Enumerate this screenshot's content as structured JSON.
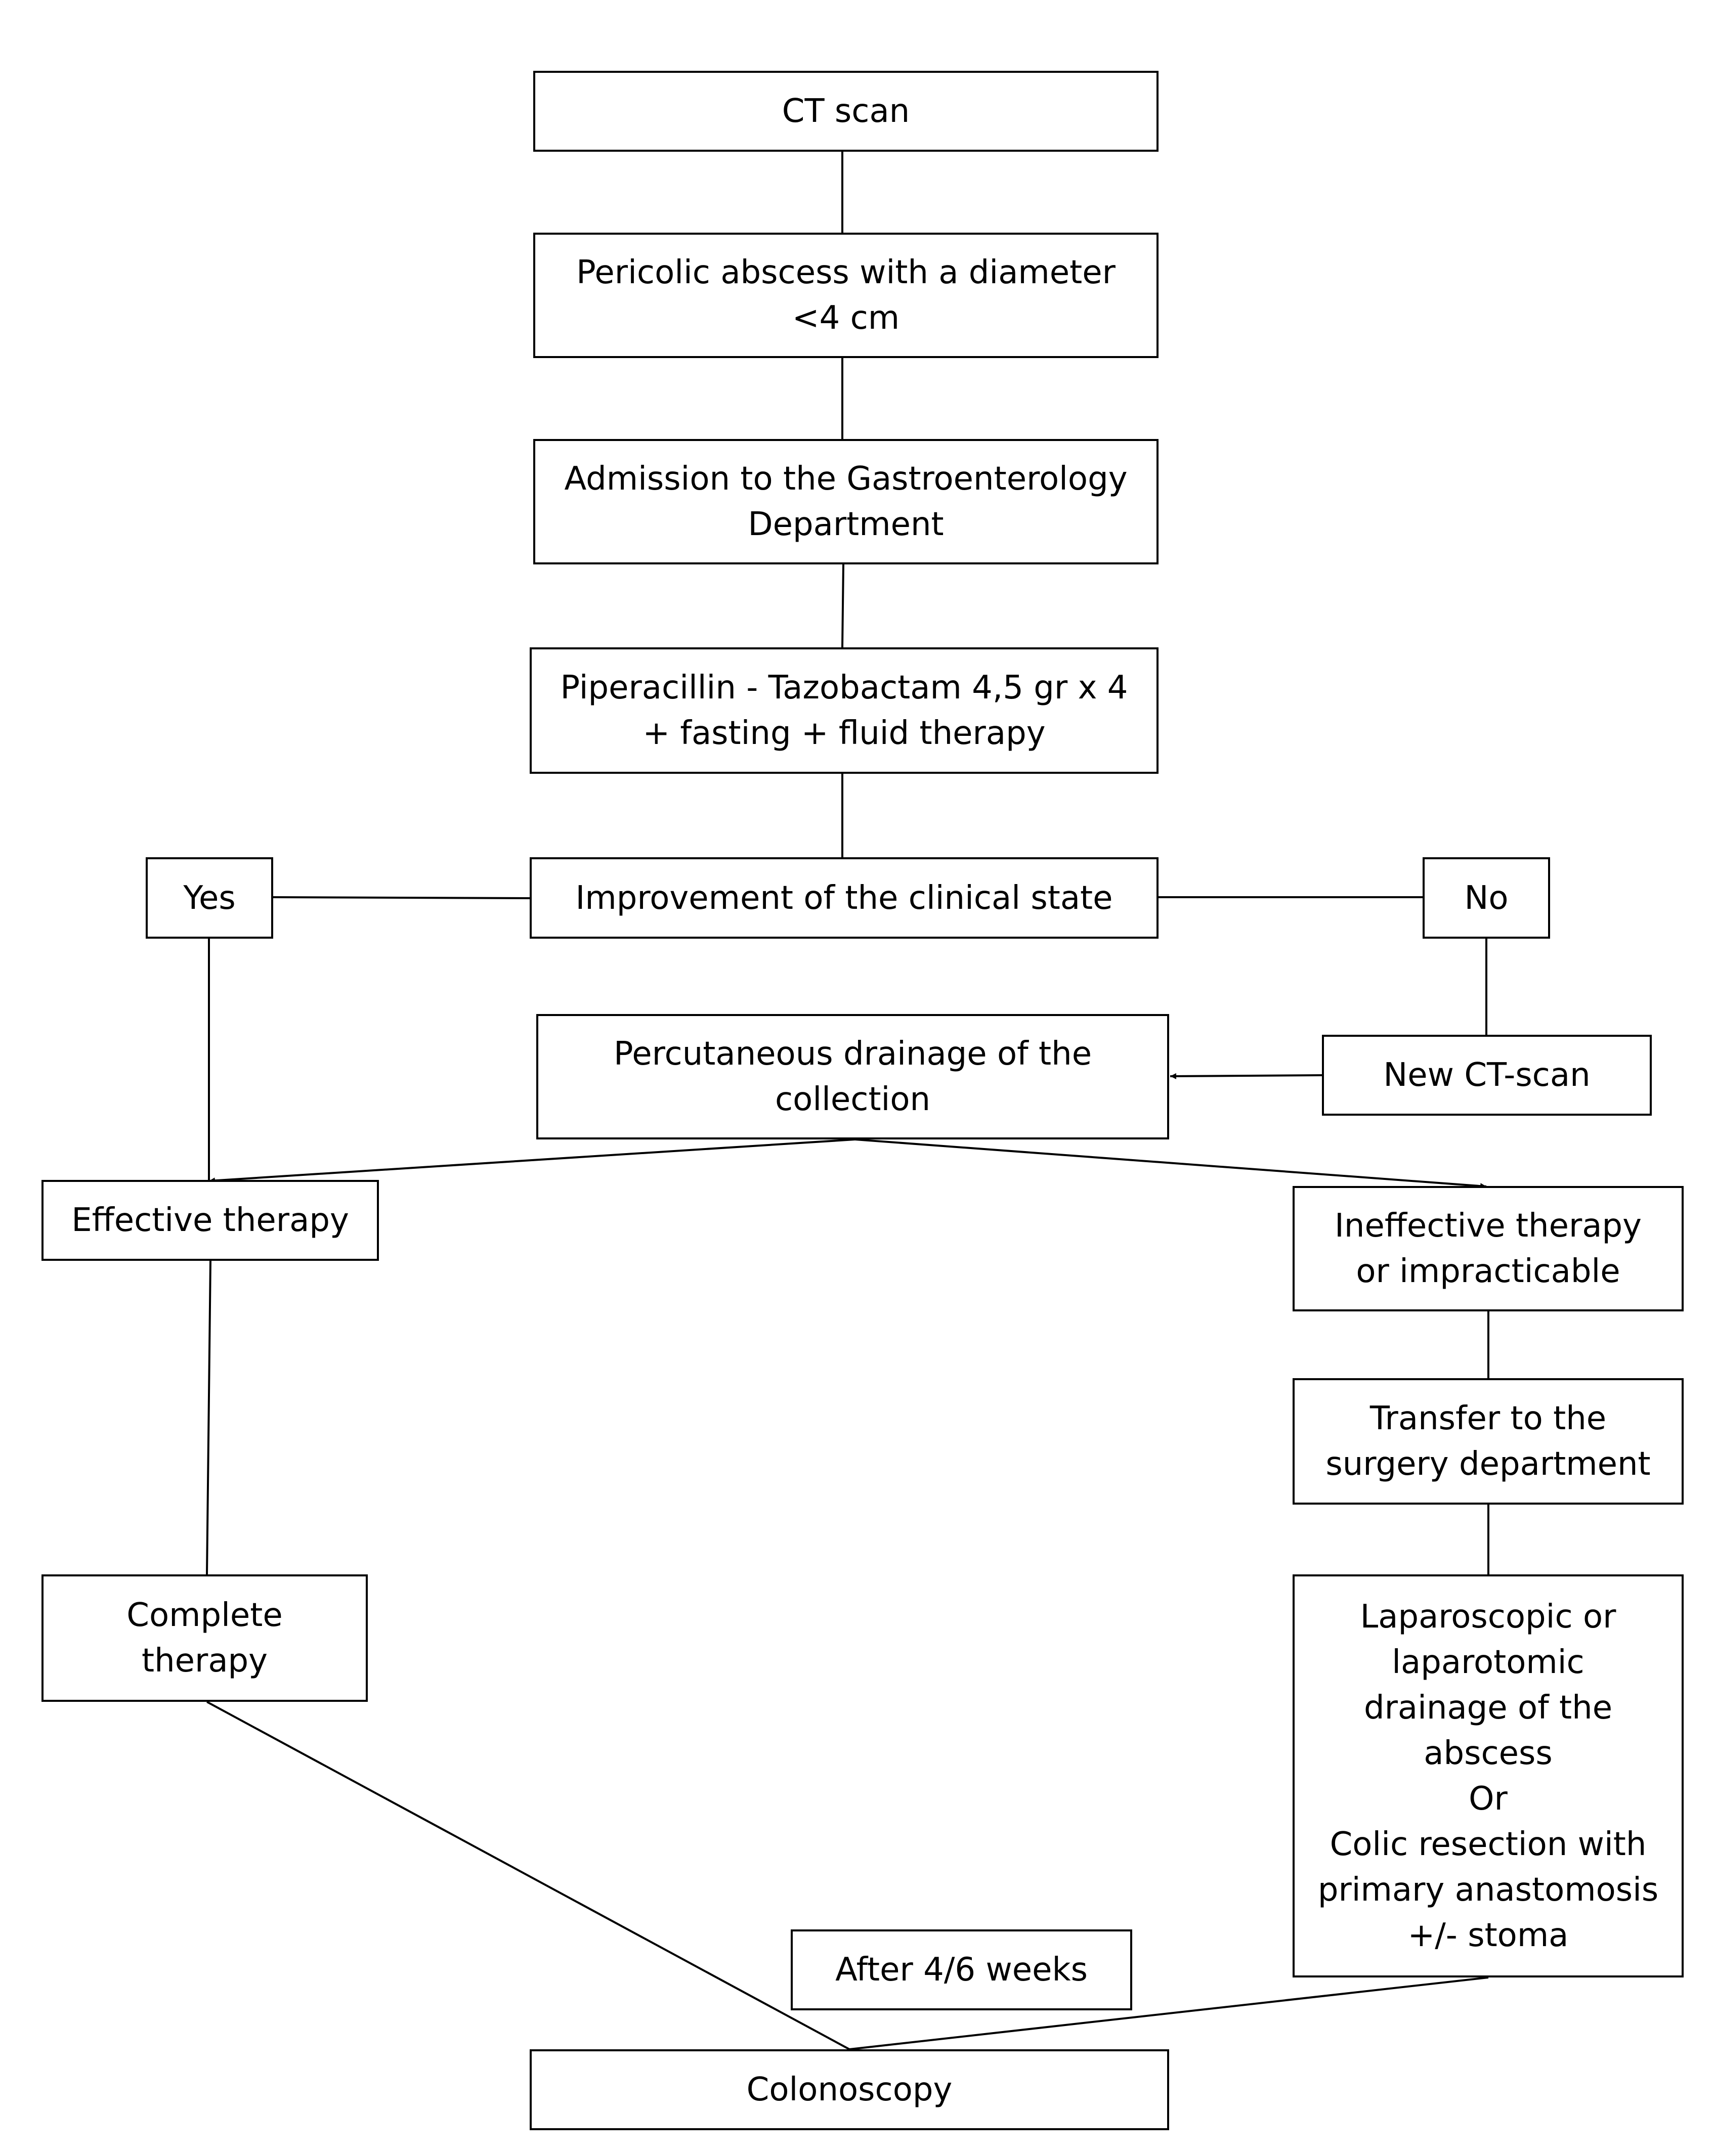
{
  "nodes": {
    "ct_scan": "CT scan",
    "pericolic_abscess": "Pericolic abscess with a diameter\n<4 cm",
    "admission": "Admission to the Gastroenterology\nDepartment",
    "antibiotics": "Piperacillin - Tazobactam 4,5 gr x 4\n+ fasting + fluid therapy",
    "improvement": "Improvement of the clinical state",
    "yes": "Yes",
    "no": "No",
    "new_ct": "New CT-scan",
    "percutaneous": "Percutaneous drainage of the\ncollection",
    "effective": "Effective therapy",
    "ineffective": "Ineffective therapy\nor impracticable",
    "transfer": "Transfer to the\nsurgery department",
    "complete": "Complete\ntherapy",
    "surgery_options": "Laparoscopic or\nlaparotomic\ndrainage of the\nabscess\nOr\nColic resection with\nprimary anastomosis\n+/- stoma",
    "after_weeks": "After 4/6 weeks",
    "colonoscopy": "Colonoscopy"
  }
}
